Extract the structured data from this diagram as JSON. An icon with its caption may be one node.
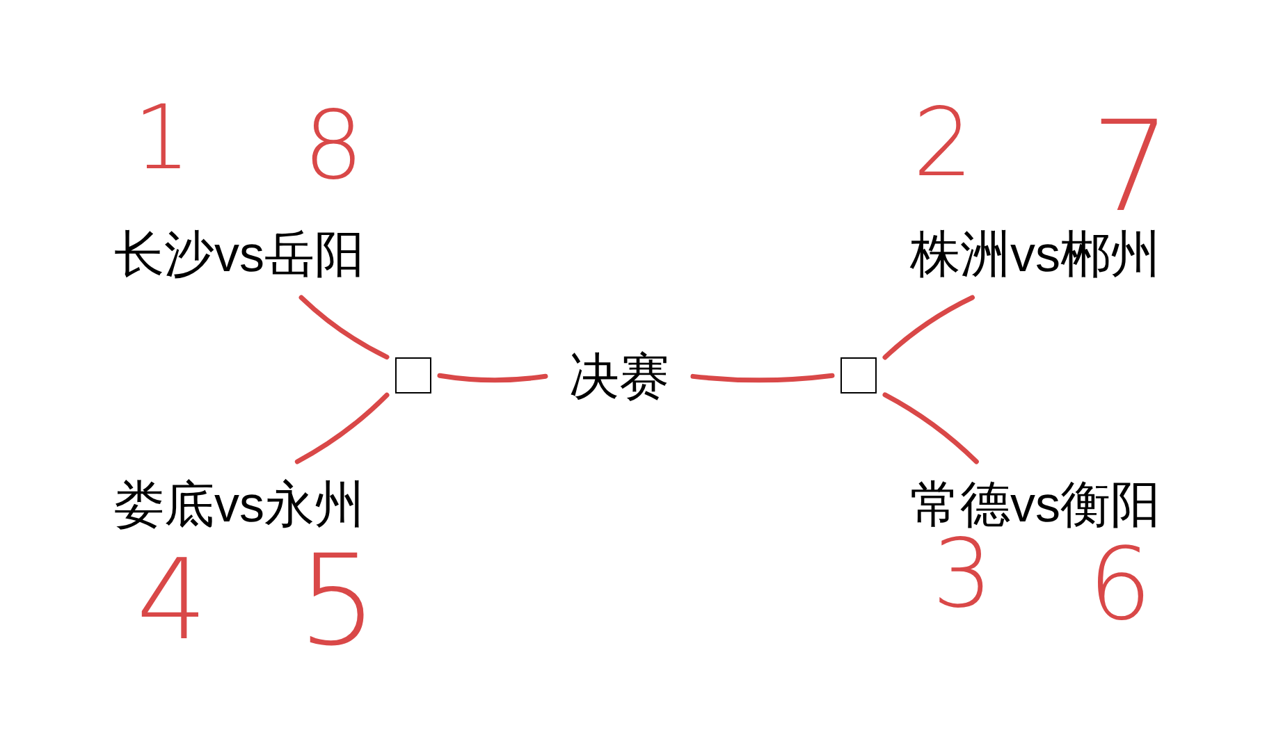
{
  "diagram": {
    "nodes": [
      {
        "text": [
          "长沙vs岳阳"
        ]
      },
      {
        "text": [
          "株洲vs郴州"
        ]
      },
      {
        "text": [],
        "shape": "box"
      },
      {
        "text": [
          "决赛"
        ]
      },
      {
        "text": [],
        "shape": "box"
      },
      {
        "text": [
          "娄底vs永州"
        ]
      },
      {
        "text": [
          "常德vs衡阳"
        ]
      }
    ],
    "edges": [
      {
        "from": 0,
        "to": 2,
        "arrow": "none"
      },
      {
        "from": 5,
        "to": 2,
        "arrow": "none"
      },
      {
        "from": 2,
        "to": 3,
        "arrow": "none"
      },
      {
        "from": 3,
        "to": 4,
        "arrow": "none"
      },
      {
        "from": 1,
        "to": 4,
        "arrow": "none"
      },
      {
        "from": 6,
        "to": 4,
        "arrow": "none"
      }
    ],
    "labels": [
      "1",
      "8",
      "2",
      "7",
      "4",
      "5",
      "3",
      "6"
    ]
  }
}
